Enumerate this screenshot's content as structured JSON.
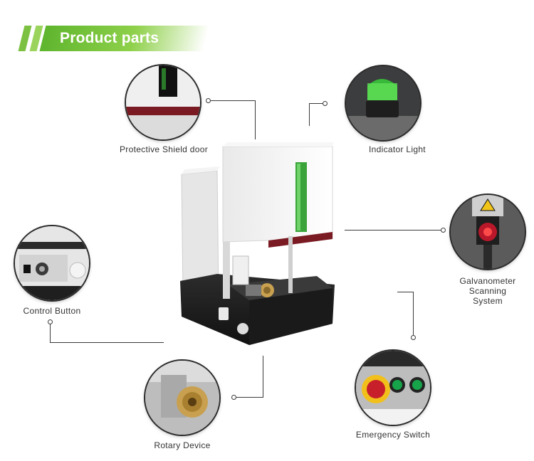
{
  "header": {
    "title": "Product parts",
    "accent": "#6cbf36"
  },
  "parts": {
    "shield_door": "Protective Shield door",
    "indicator_light": "Indicator Light",
    "galvanometer": [
      "Galvanometer",
      "Scanning",
      "System"
    ],
    "control_button": "Control Button",
    "rotary_device": "Rotary Device",
    "emergency_switch": "Emergency Switch"
  },
  "icons": {
    "indicator": "green-beacon-lamp",
    "galvo": "laser-warning-triangle",
    "emergency": "red-mushroom-stop-button"
  }
}
